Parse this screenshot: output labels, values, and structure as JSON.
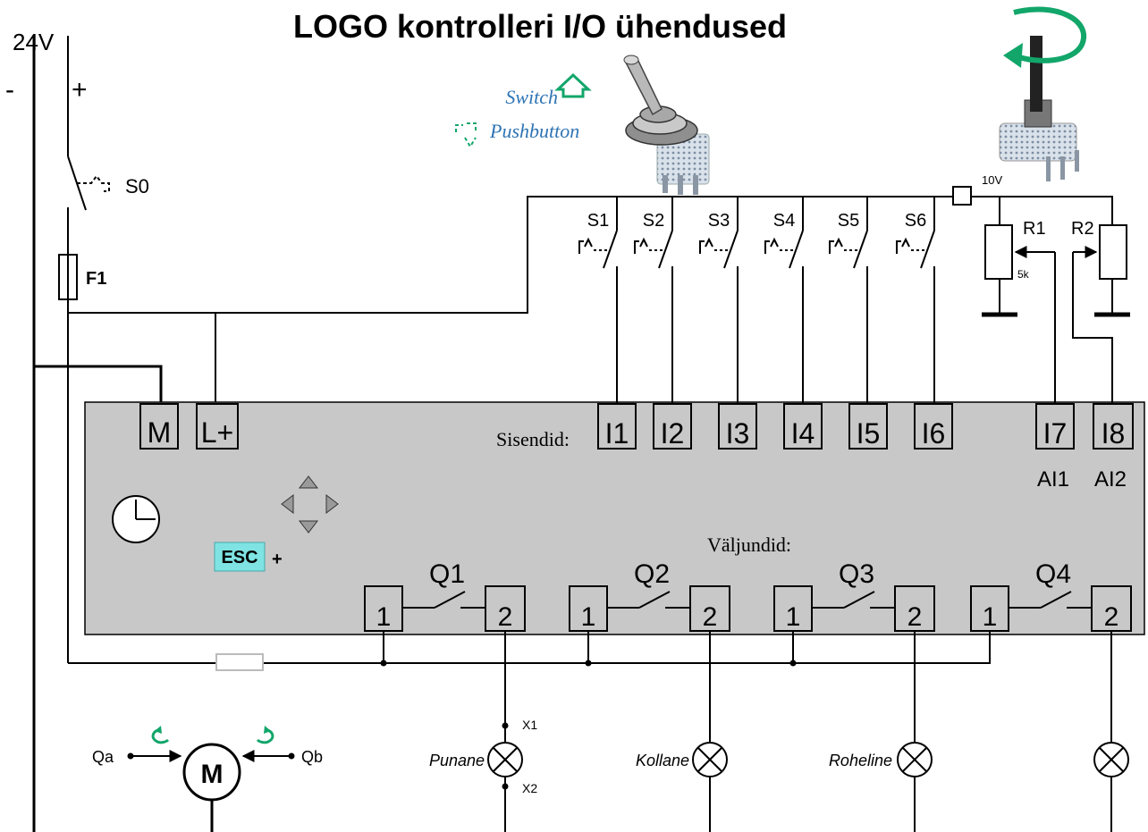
{
  "title": "LOGO kontrolleri I/O ühendused",
  "supply": {
    "voltage": "24V",
    "minus": "-",
    "plus": "+"
  },
  "main_switch": "S0",
  "fuse": "F1",
  "legend": {
    "switch": "Switch",
    "pushbutton": "Pushbutton"
  },
  "ref_voltage": "10V",
  "input_switches": [
    "S1",
    "S2",
    "S3",
    "S4",
    "S5",
    "S6"
  ],
  "potentiometers": [
    {
      "label": "R1",
      "value": "5k"
    },
    {
      "label": "R2"
    }
  ],
  "logo": {
    "power_terminals": [
      "M",
      "L+"
    ],
    "inputs_caption": "Sisendid:",
    "inputs": [
      "I1",
      "I2",
      "I3",
      "I4",
      "I5",
      "I6",
      "I7",
      "I8"
    ],
    "analog_labels": [
      "AI1",
      "AI2"
    ],
    "outputs_caption": "Väljundid:",
    "esc_label": "ESC",
    "esc_plus": "+",
    "outputs": [
      {
        "name": "Q1",
        "t1": "1",
        "t2": "2"
      },
      {
        "name": "Q2",
        "t1": "1",
        "t2": "2"
      },
      {
        "name": "Q3",
        "t1": "1",
        "t2": "2"
      },
      {
        "name": "Q4",
        "t1": "1",
        "t2": "2"
      }
    ]
  },
  "lamps": [
    {
      "label": "Punane",
      "x1": "X1",
      "x2": "X2"
    },
    {
      "label": "Kollane"
    },
    {
      "label": "Roheline"
    },
    {
      "label": ""
    }
  ],
  "motor": {
    "symbol": "M",
    "left": "Qa",
    "right": "Qb"
  },
  "colors": {
    "chassis": "#c8c8c8",
    "esc_bg": "#7fe3e3",
    "legend_text": "#2e74b5",
    "arrow_green": "#12a66a"
  }
}
